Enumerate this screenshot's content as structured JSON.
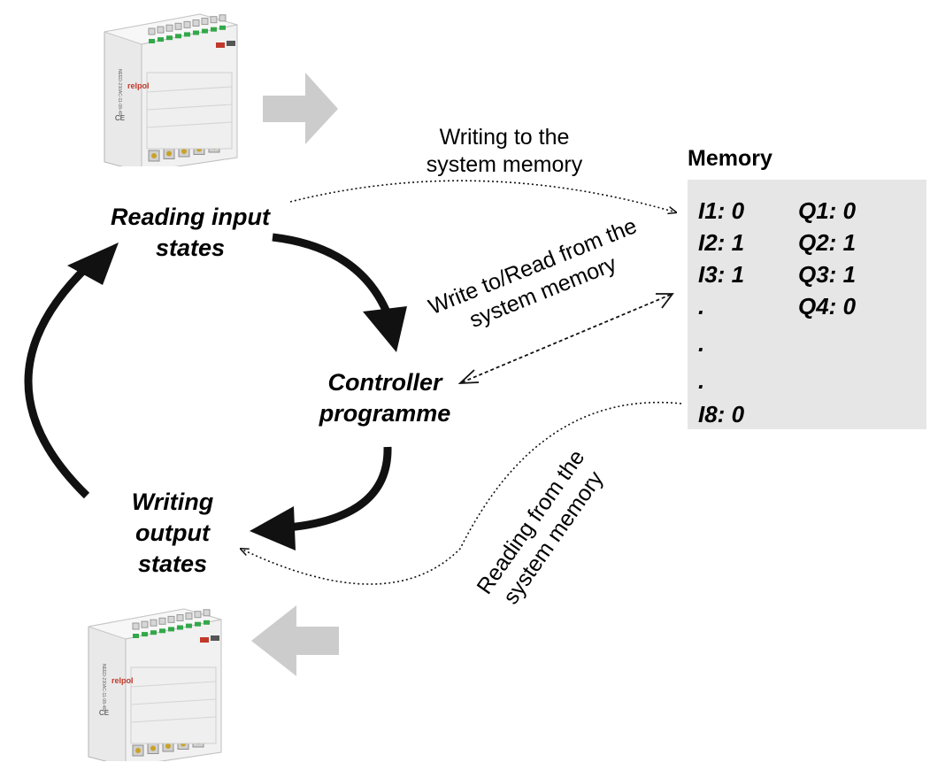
{
  "stages": {
    "reading_input": "Reading input\nstates",
    "controller": "Controller\nprogramme",
    "writing_output": "Writing\noutput\nstates"
  },
  "notes": {
    "writing_to_memory": "Writing to the\nsystem memory",
    "write_read_memory": "Write to/Read from the\nsystem memory",
    "reading_from_memory": "Reading from the\nsystem memory"
  },
  "memory": {
    "title": "Memory",
    "inputs": [
      "I1: 0",
      "I2: 1",
      "I3: 1",
      ".",
      ".",
      ".",
      "I8: 0"
    ],
    "outputs": [
      "Q1: 0",
      "Q2: 1",
      "Q3: 1",
      "Q4: 0"
    ]
  },
  "device": {
    "brand": "relpol",
    "model": "NEED-230AC-11-08-4R"
  },
  "colors": {
    "memory_bg": "#e6e6e6",
    "arrow_main": "#111111",
    "arrow_flow": "#cccccc",
    "device_body": "#f2f2f2",
    "terminal_green": "#33a84a"
  }
}
